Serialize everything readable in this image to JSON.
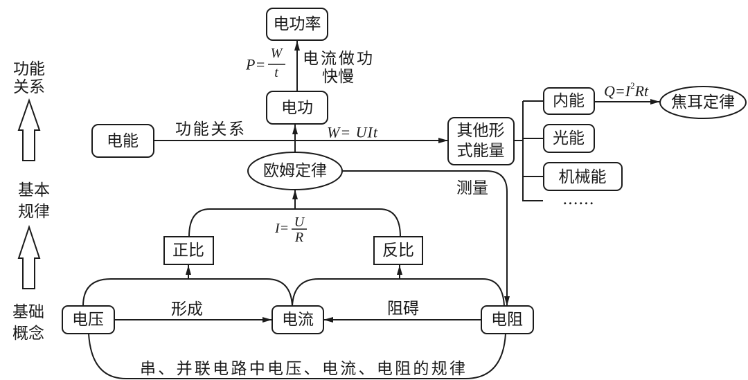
{
  "diagram": {
    "level_labels": [
      {
        "lines": [
          "功能",
          "关系"
        ]
      },
      {
        "lines": [
          "基本",
          "规律"
        ]
      },
      {
        "lines": [
          "基础",
          "概念"
        ]
      }
    ],
    "nodes": {
      "electric_power": "电功率",
      "electric_work": "电功",
      "electric_energy": "电能",
      "other_energy": [
        "其他形",
        "式能量"
      ],
      "internal_energy": "内能",
      "light_energy": "光能",
      "mechanical_energy": "机械能",
      "more_forms": "……",
      "joule_law": "焦耳定律",
      "ohm_law": "欧姆定律",
      "direct_proportion": "正比",
      "inverse_proportion": "反比",
      "voltage": "电压",
      "current": "电流",
      "resistance": "电阻"
    },
    "edge_labels": {
      "power_formula": {
        "lhs": "P=",
        "numerator": "W",
        "denominator": "t"
      },
      "power_meaning": [
        "电流做功",
        "快慢"
      ],
      "energy_relation": "功能关系",
      "work_formula": "W= UIt",
      "joule_formula": {
        "lhs": "Q=I",
        "exponent": "2",
        "rest": "Rt"
      },
      "measure": "测量",
      "ohm_formula": {
        "lhs": "I=",
        "numerator": "U",
        "denominator": "R"
      },
      "forms": "形成",
      "hinders": "阻碍",
      "circuit_rules": "串、并联电路中电压、电流、电阻的规律"
    }
  }
}
